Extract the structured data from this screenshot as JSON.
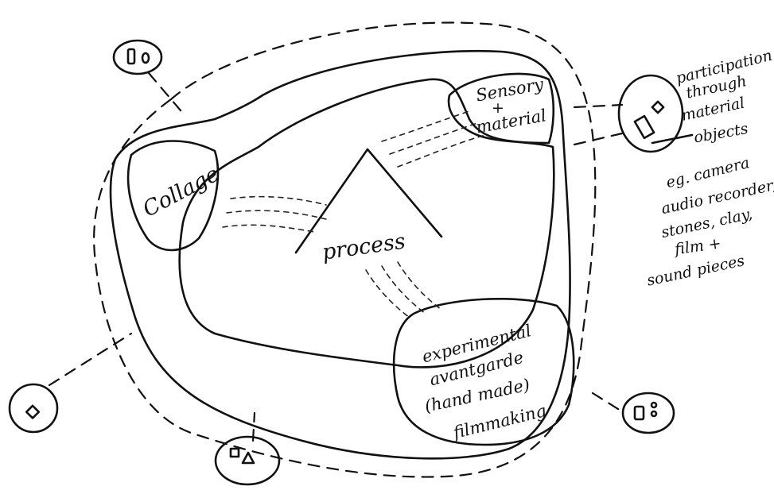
{
  "labels": {
    "collage": "Collage",
    "process": "process",
    "sensory": "Sensory",
    "plus": "+",
    "material": "material",
    "experimental": "experimental",
    "avantgarde": "avantgarde",
    "handmade": "(hand made)",
    "filmmaking": "filmmaking"
  },
  "note": {
    "lines": [
      "participation",
      "through",
      "material",
      "objects",
      "eg. camera",
      "audio recorder,",
      "stones, clay,",
      "film +",
      "sound pieces"
    ]
  },
  "colors": {
    "ink": "#111111",
    "paper": "#ffffff"
  }
}
